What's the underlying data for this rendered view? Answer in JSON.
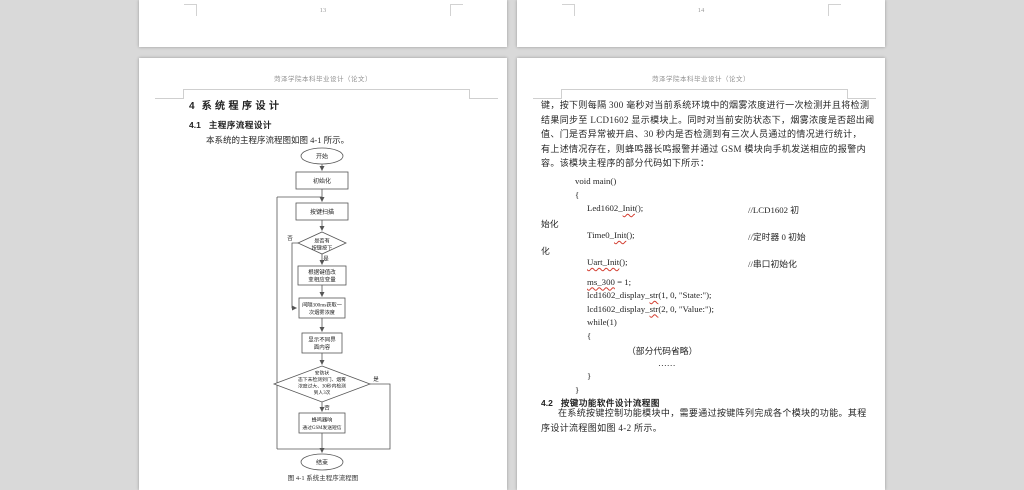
{
  "prev_pages": {
    "left_page_number": "13",
    "right_page_number": "14"
  },
  "left_page": {
    "header": "菏泽学院本科毕业设计（论文）",
    "h1_num": "4",
    "h1_title": "系统程序设计",
    "h2_num": "4.1",
    "h2_title": "主程序流程设计",
    "intro": "本系统的主程序流程图如图 4-1 所示。",
    "flowchart": {
      "start": "开始",
      "init": "初始化",
      "scan": "按键扫描",
      "d1_l1": "是否有",
      "d1_l2": "按键按下",
      "d1_no": "否",
      "d1_yes": "是",
      "kv_l1": "根据键值改",
      "kv_l2": "变相应变量",
      "iv_l1": "间隔300ms获取一",
      "iv_l2": "次烟雾浓度",
      "dp_l1": "显示不同界",
      "dp_l2": "面内容",
      "d2_l1": "安防状",
      "d2_l2": "态下未检测到门、烟雾",
      "d2_l3": "浓度过大、30秒内检测",
      "d2_l4": "到人3次",
      "d2_yes": "是",
      "d2_no": "否",
      "bz_l1": "蜂鸣器响",
      "bz_l2": "通过GSM发送短信",
      "end": "结束",
      "caption": "图 4-1 系统主程序流程图"
    }
  },
  "right_page": {
    "header": "菏泽学院本科毕业设计（论文）",
    "para1_lines": [
      "键，按下则每隔 300 毫秒对当前系统环境中的烟雾浓度进行一次检测并且将检测",
      "结果同步至 LCD1602 显示模块上。同时对当前安防状态下，烟雾浓度是否超出阈",
      "值、门是否异常被开启、30 秒内是否检测到有三次人员通过的情况进行统计，",
      "有上述情况存在，则蜂鸣器长鸣报警并通过 GSM 模块向手机发送相应的报警内",
      "容。该模块主程序的部分代码如下所示："
    ],
    "code": {
      "lines": [
        {
          "indent": 1,
          "segments": [
            {
              "t": "void main()"
            }
          ]
        },
        {
          "indent": 1,
          "segments": [
            {
              "t": "{"
            }
          ]
        },
        {
          "indent": 2,
          "segments": [
            {
              "t": "Led1602_"
            },
            {
              "t": "Init",
              "u": 1
            },
            {
              "t": "();"
            }
          ],
          "comment": "//LCD1602 初"
        },
        {
          "indent": 0,
          "segments": [
            {
              "t": "始化"
            }
          ]
        },
        {
          "indent": 2,
          "segments": [
            {
              "t": "Time0_"
            },
            {
              "t": "Init",
              "u": 1
            },
            {
              "t": "();"
            }
          ],
          "comment": "//定时器 0 初始"
        },
        {
          "indent": 0,
          "segments": [
            {
              "t": "化"
            }
          ]
        },
        {
          "indent": 2,
          "segments": [
            {
              "t": "Uart_Init",
              "u": 1
            },
            {
              "t": "();"
            }
          ],
          "comment": "//串口初始化"
        },
        {
          "indent": 2,
          "blank": true,
          "segments": []
        },
        {
          "indent": 2,
          "segments": [
            {
              "t": "ms_300",
              "u": 1
            },
            {
              "t": " = 1;"
            }
          ]
        },
        {
          "indent": 2,
          "segments": [
            {
              "t": "lcd1602_display_"
            },
            {
              "t": "str",
              "u": 1
            },
            {
              "t": "(1, 0, \"State:\");"
            }
          ]
        },
        {
          "indent": 2,
          "segments": [
            {
              "t": "lcd1602_display_"
            },
            {
              "t": "str",
              "u": 1
            },
            {
              "t": "(2, 0, \"Value:\");"
            }
          ]
        },
        {
          "indent": 2,
          "segments": [
            {
              "t": "while(1)"
            }
          ]
        },
        {
          "indent": 2,
          "segments": [
            {
              "t": "{"
            }
          ]
        },
        {
          "indent": 3,
          "segments": [
            {
              "t": "（部分代码省略）"
            }
          ]
        },
        {
          "indent": 4,
          "segments": [
            {
              "t": "……"
            }
          ]
        },
        {
          "indent": 2,
          "segments": [
            {
              "t": "}"
            }
          ]
        },
        {
          "indent": 1,
          "segments": [
            {
              "t": "}"
            }
          ]
        }
      ]
    },
    "h2_num": "4.2",
    "h2_title": "按键功能软件设计流程图",
    "para2_lines": [
      "在系统按键控制功能模块中，需要通过按键阵列完成各个模块的功能。其程",
      "序设计流程图如图 4-2 所示。"
    ]
  }
}
